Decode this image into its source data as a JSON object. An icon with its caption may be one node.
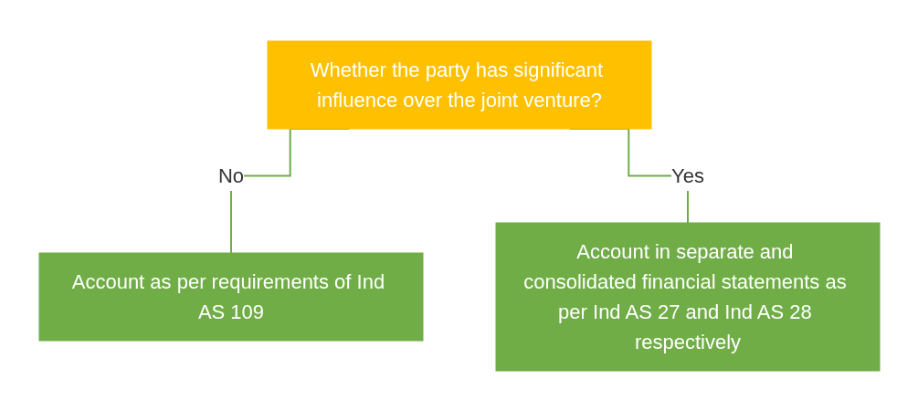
{
  "diagram": {
    "nodes": [
      {
        "text": [
          "Whether the party has significant influence over the joint venture?"
        ]
      },
      {
        "text": [
          "Account as per requirements of Ind AS 109"
        ]
      },
      {
        "text": [
          "Account in separate and consolidated financial statements as per Ind AS 27 and Ind AS 28 respectively"
        ]
      }
    ],
    "edges": [
      {
        "from": 0,
        "to": 1,
        "label": "No",
        "arrow": "none",
        "color": "#70ad47"
      },
      {
        "from": 0,
        "to": 2,
        "label": "Yes",
        "arrow": "none",
        "color": "#70ad47"
      }
    ]
  }
}
